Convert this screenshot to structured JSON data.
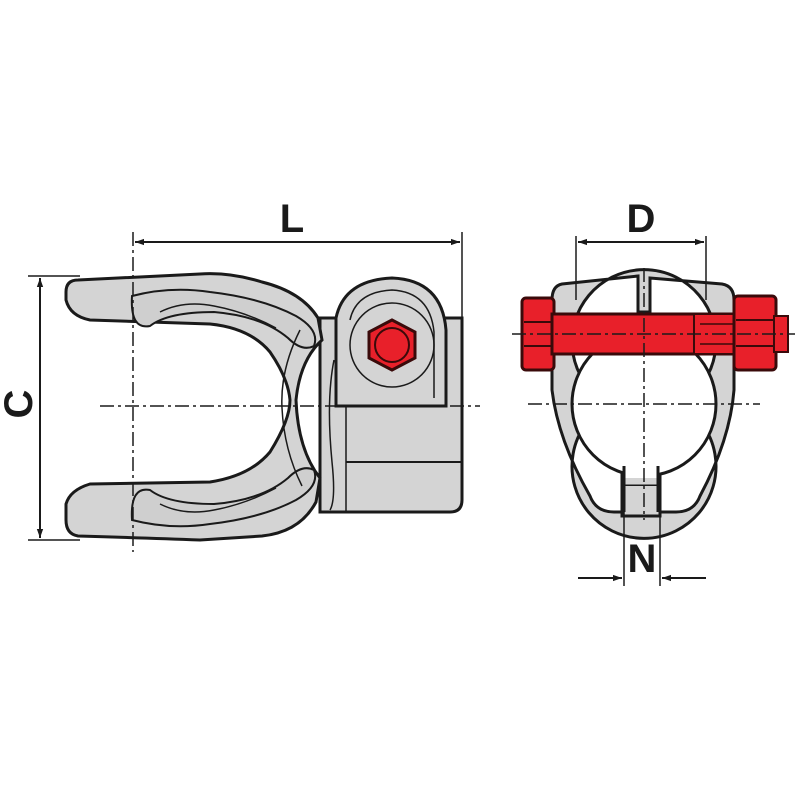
{
  "labels": {
    "length": "L",
    "height": "C",
    "bore": "D",
    "slot": "N"
  },
  "colors": {
    "outline": "#1a1a1a",
    "body_fill": "#d4d4d4",
    "body_shade": "#c2c2c2",
    "bolt_fill": "#e8202a",
    "bolt_outline": "#3a0a0a",
    "background": "#ffffff"
  }
}
